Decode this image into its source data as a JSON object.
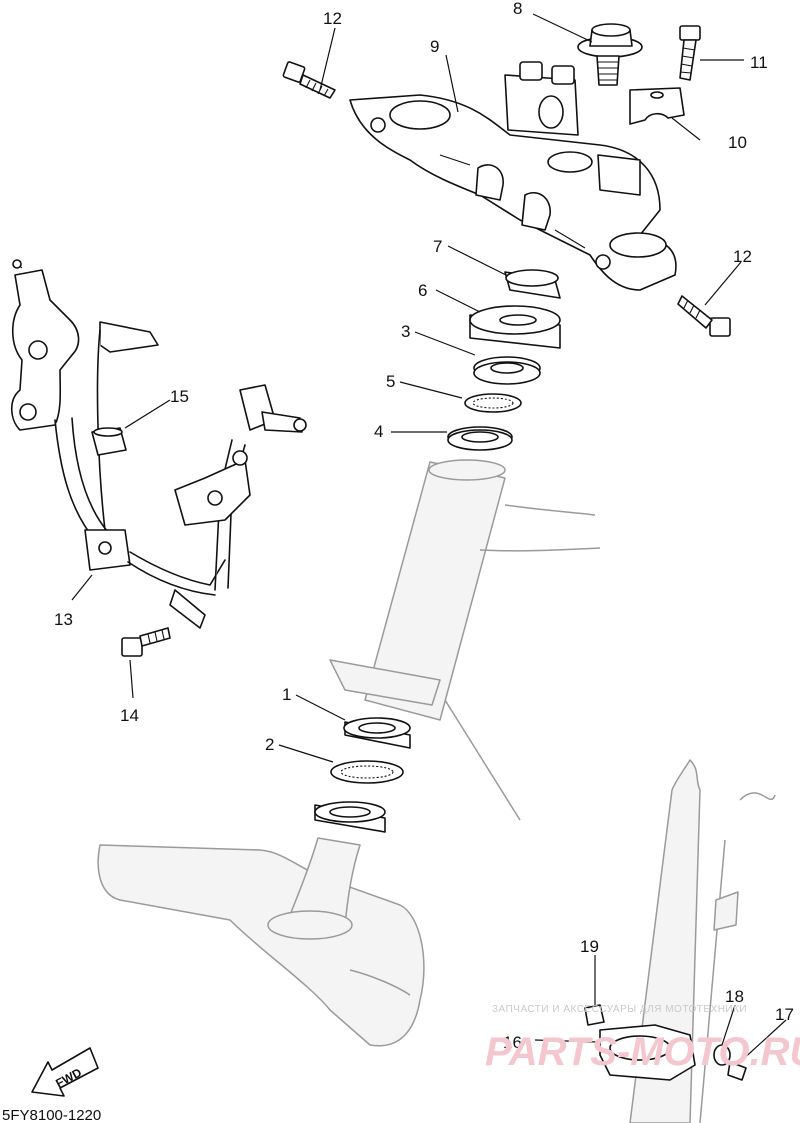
{
  "diagram": {
    "drawing_code": "5FY8100-1220",
    "direction_label": "FWD",
    "watermark": {
      "tagline": "ЗАПЧАСТИ И АКСЕССУАРЫ ДЛЯ МОТОТЕХНИКИ",
      "brand": "PARTS-MOTO.RU"
    },
    "callouts": [
      {
        "id": "c1",
        "text": "1"
      },
      {
        "id": "c2",
        "text": "2"
      },
      {
        "id": "c3",
        "text": "3"
      },
      {
        "id": "c4",
        "text": "4"
      },
      {
        "id": "c5",
        "text": "5"
      },
      {
        "id": "c6",
        "text": "6"
      },
      {
        "id": "c7",
        "text": "7"
      },
      {
        "id": "c8",
        "text": "8"
      },
      {
        "id": "c9",
        "text": "9"
      },
      {
        "id": "c10",
        "text": "10"
      },
      {
        "id": "c11",
        "text": "11"
      },
      {
        "id": "c12a",
        "text": "12"
      },
      {
        "id": "c12b",
        "text": "12"
      },
      {
        "id": "c13",
        "text": "13"
      },
      {
        "id": "c14",
        "text": "14"
      },
      {
        "id": "c15",
        "text": "15"
      },
      {
        "id": "c16",
        "text": "16"
      },
      {
        "id": "c17",
        "text": "17"
      },
      {
        "id": "c18",
        "text": "18"
      },
      {
        "id": "c19",
        "text": "19"
      }
    ]
  }
}
